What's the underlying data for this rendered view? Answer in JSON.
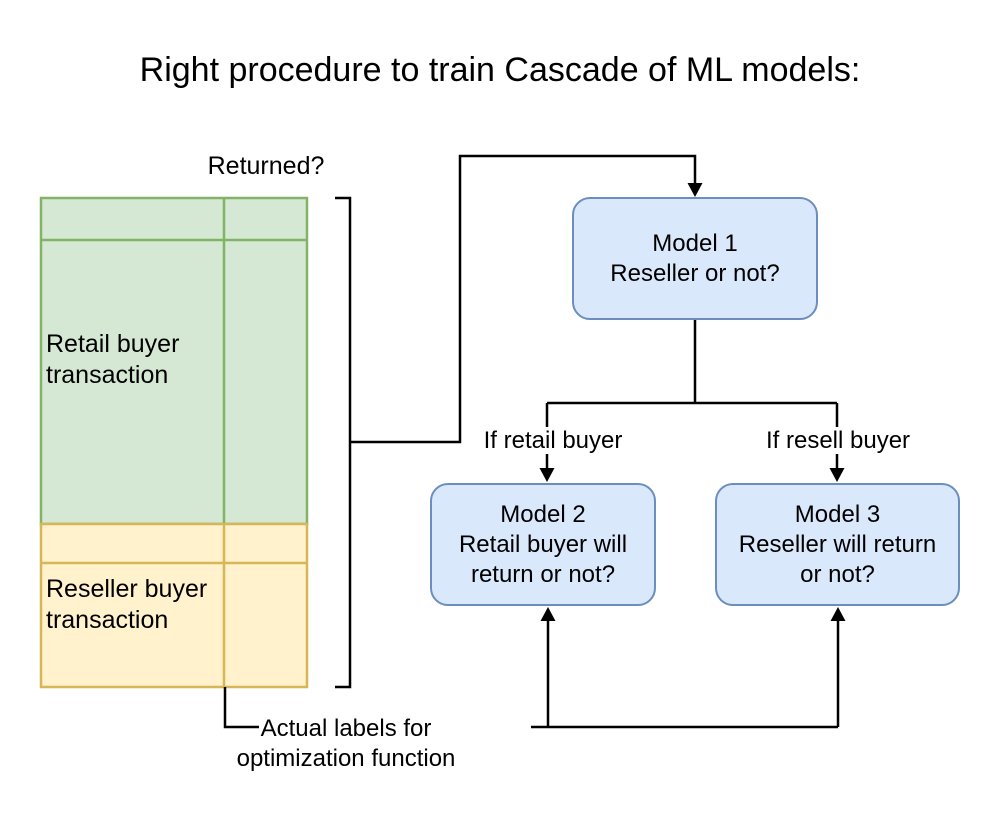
{
  "title": "Right procedure to train Cascade of ML models:",
  "colors": {
    "green_fill": "#d5e8d4",
    "green_border": "#82b366",
    "yellow_fill": "#fff2cc",
    "yellow_border": "#d6b656",
    "blue_fill": "#dae8fc",
    "blue_border": "#6c8ebf",
    "line_color": "#000000",
    "text_color": "#000000",
    "background": "#ffffff"
  },
  "dataset_table": {
    "returned_label": "Returned?",
    "retail_section": {
      "lines": [
        "Retail buyer",
        "transaction"
      ]
    },
    "reseller_section": {
      "lines": [
        "Reseller buyer",
        "transaction"
      ]
    }
  },
  "models": {
    "model1": {
      "lines": [
        "Model 1",
        "Reseller or not?"
      ]
    },
    "model2": {
      "lines": [
        "Model 2",
        "Retail buyer will",
        "return or not?"
      ]
    },
    "model3": {
      "lines": [
        "Model 3",
        "Reseller will return",
        "or not?"
      ]
    }
  },
  "edge_labels": {
    "if_retail": "If retail buyer",
    "if_resell": "If resell buyer"
  },
  "footer_label": {
    "lines": [
      "Actual labels for",
      "optimization function"
    ]
  }
}
